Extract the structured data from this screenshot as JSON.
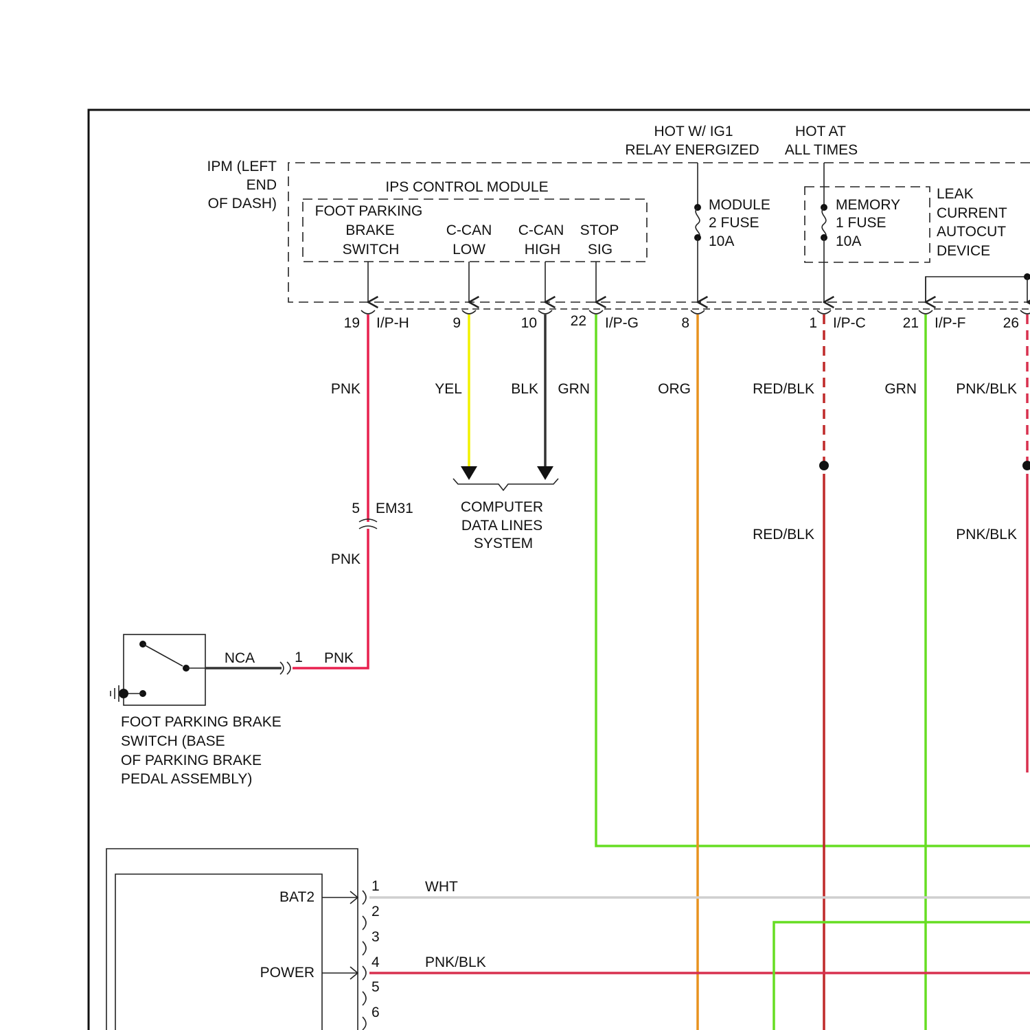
{
  "colors": {
    "PNK": "#e8214f",
    "YEL": "#f2f200",
    "BLK": "#333333",
    "GRN": "#66dd22",
    "ORG": "#e8921e",
    "RED_BLK": "#bf2a2a",
    "PNK_BLK": "#d8304f",
    "WHT": "#cfcfcf"
  },
  "ipm": {
    "title": [
      "IPM (LEFT",
      "END",
      "OF DASH)"
    ]
  },
  "power_sources": {
    "ig1": [
      "HOT W/ IG1",
      "RELAY ENERGIZED"
    ],
    "batt": [
      "HOT AT",
      "ALL TIMES"
    ]
  },
  "ips_module": {
    "title": "IPS CONTROL MODULE",
    "foot_brake": [
      "FOOT PARKING",
      "BRAKE",
      "SWITCH"
    ],
    "can_low": [
      "C-CAN",
      "LOW"
    ],
    "can_high": [
      "C-CAN",
      "HIGH"
    ],
    "stop_sig": [
      "STOP",
      "SIG"
    ]
  },
  "fuses": {
    "module2": [
      "MODULE",
      "2 FUSE",
      "10A"
    ],
    "memory1": [
      "MEMORY",
      "1 FUSE",
      "10A"
    ]
  },
  "leak_device": [
    "LEAK",
    "CURRENT",
    "AUTOCUT",
    "DEVICE"
  ],
  "pins": {
    "p19": "19",
    "iph": "I/P-H",
    "p9": "9",
    "p10": "10",
    "p22": "22",
    "ipg": "I/P-G",
    "p8": "8",
    "p1": "1",
    "ipc": "I/P-C",
    "p21": "21",
    "ipf": "I/P-F",
    "p26": "26"
  },
  "wire_labels": {
    "pnk_top": "PNK",
    "yel": "YEL",
    "blk": "BLK",
    "grn_a": "GRN",
    "org": "ORG",
    "redblk_top": "RED/BLK",
    "grn_b": "GRN",
    "pnkblk_top": "PNK/BLK",
    "redblk_mid": "RED/BLK",
    "pnkblk_mid": "PNK/BLK",
    "pnk_mid": "PNK",
    "pnk_bottom": "PNK",
    "nca": "NCA",
    "wht": "WHT",
    "pnkblk_bottom": "PNK/BLK"
  },
  "em31": {
    "pin": "5",
    "name": "EM31"
  },
  "switch_conn_pin": "1",
  "computer_data": [
    "COMPUTER",
    "DATA LINES",
    "SYSTEM"
  ],
  "foot_switch": [
    "FOOT PARKING BRAKE",
    "SWITCH (BASE",
    "OF PARKING BRAKE",
    "PEDAL ASSEMBLY)"
  ],
  "bottom_module": {
    "bat2": "BAT2",
    "power": "POWER",
    "pins": [
      "1",
      "2",
      "3",
      "4",
      "5",
      "6"
    ]
  }
}
